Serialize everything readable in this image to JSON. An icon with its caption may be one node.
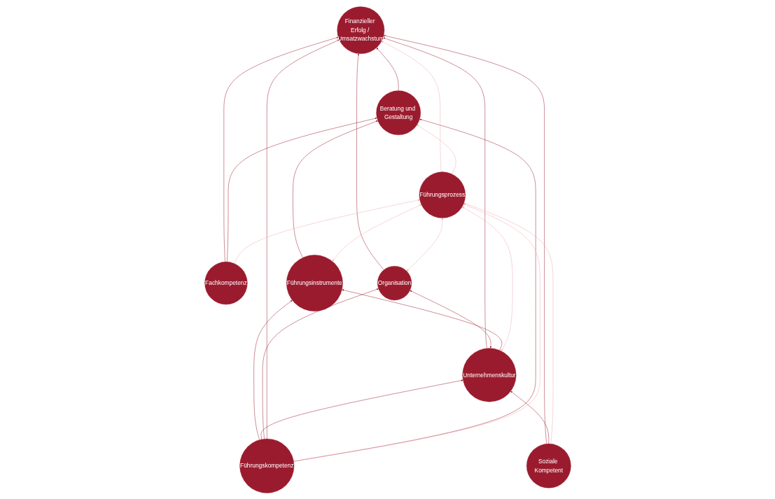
{
  "diagram": {
    "nodes": [
      {
        "text": [
          "Finanzieller Erfolg / Umsatzwachstum"
        ]
      },
      {
        "text": [
          "Unternehmenskultur"
        ]
      },
      {
        "text": [
          "Organisation"
        ]
      },
      {
        "text": [
          "Führungsinstrumente"
        ]
      },
      {
        "text": [
          "Fachkompetenz"
        ]
      },
      {
        "text": [
          "Beratung und Gestaltung"
        ]
      },
      {
        "text": [
          "Führungskompetenz"
        ]
      },
      {
        "text": [
          "Führungsprozess"
        ]
      },
      {
        "text": [
          "Soziale Kompetent"
        ]
      }
    ],
    "edges": [
      {
        "from": 1,
        "to": 0,
        "arrow": "to"
      },
      {
        "from": 1,
        "to": 2,
        "arrow": "both"
      },
      {
        "from": 1,
        "to": 3,
        "arrow": "to"
      },
      {
        "from": 2,
        "to": 0,
        "arrow": "to"
      },
      {
        "from": 3,
        "to": 5,
        "arrow": "to"
      },
      {
        "from": 4,
        "to": 0,
        "arrow": "to"
      },
      {
        "from": 4,
        "to": 5,
        "arrow": "to"
      },
      {
        "from": 5,
        "to": 0,
        "arrow": "to"
      },
      {
        "from": 8,
        "to": 0,
        "arrow": "to"
      },
      {
        "from": 8,
        "to": 1,
        "arrow": "to"
      },
      {
        "from": 6,
        "to": 3,
        "arrow": "to"
      },
      {
        "from": 6,
        "to": 1,
        "arrow": "to"
      },
      {
        "from": 6,
        "to": 2,
        "arrow": "to"
      },
      {
        "from": 6,
        "to": 0,
        "arrow": "to"
      },
      {
        "from": 6,
        "to": 5,
        "arrow": "to"
      },
      {
        "from": 6,
        "to": 7,
        "arrow": "to",
        "color": "#f0a8b0"
      },
      {
        "from": 1,
        "to": 7,
        "arrow": "both",
        "color": "#f0a8b0"
      },
      {
        "from": 3,
        "to": 7,
        "arrow": "both",
        "color": "#f0a8b0"
      },
      {
        "from": 2,
        "to": 7,
        "arrow": "both",
        "color": "#f0a8b0"
      },
      {
        "from": 7,
        "to": 0,
        "arrow": "to",
        "color": "#f0a8b0"
      },
      {
        "from": 4,
        "to": 7,
        "arrow": "to",
        "color": "#f0a8b0"
      },
      {
        "from": 7,
        "to": 5,
        "arrow": "to",
        "color": "#f0a8b0"
      },
      {
        "from": 8,
        "to": 7,
        "arrow": "to",
        "color": "#f0a8b0"
      }
    ]
  }
}
